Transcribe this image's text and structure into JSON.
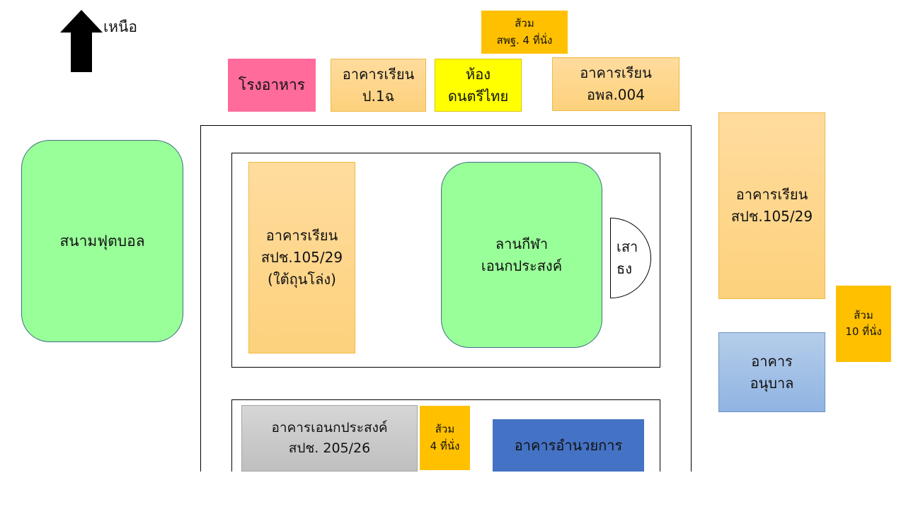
{
  "north": {
    "label": "เหนือ"
  },
  "buildings": {
    "toilet_top": {
      "line1": "ส้วม",
      "line2": "สพฐ. 4 ที่นั่ง"
    },
    "canteen": {
      "line1": "โรงอาหาร"
    },
    "classroom_p1": {
      "line1": "อาคารเรียน",
      "line2": "ป.1ฉ"
    },
    "thai_music": {
      "line1": "ห้อง",
      "line2": "ดนตรีไทย"
    },
    "classroom_opl": {
      "line1": "อาคารเรียน",
      "line2": "อพล.004"
    },
    "football": {
      "line1": "สนามฟุตบอล"
    },
    "classroom_under": {
      "line1": "อาคารเรียน",
      "line2": "สปช.105/29",
      "line3": "(ใต้ถุนโล่ง)"
    },
    "sports_yard": {
      "line1": "ลานกีฬา",
      "line2": "เอนกประสงค์"
    },
    "flagpole": {
      "line1": "เสา",
      "line2": "ธง"
    },
    "classroom_right": {
      "line1": "อาคารเรียน",
      "line2": "สปช.105/29"
    },
    "toilet_right": {
      "line1": "ส้วม",
      "line2": "10 ที่นั่ง"
    },
    "kindergarten": {
      "line1": "อาคาร",
      "line2": "อนุบาล"
    },
    "multipurpose": {
      "line1": "อาคารเอนกประสงค์",
      "line2": "สปช. 205/26"
    },
    "toilet_bottom": {
      "line1": "ส้วม",
      "line2": "4 ที่นั่ง"
    },
    "admin": {
      "line1": "อาคารอำนวยการ"
    }
  }
}
